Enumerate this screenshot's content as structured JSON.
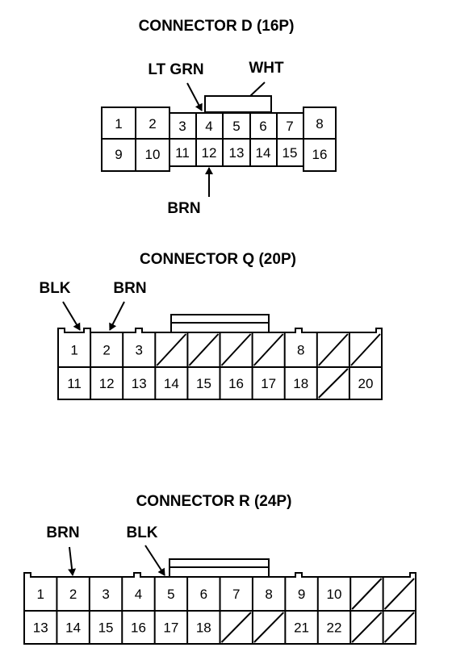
{
  "connector_d": {
    "title": "CONNECTOR D (16P)",
    "wire_labels": {
      "lt_grn": "LT GRN",
      "wht": "WHT",
      "brn": "BRN"
    },
    "pins": {
      "1": "1",
      "2": "2",
      "3": "3",
      "4": "4",
      "5": "5",
      "6": "6",
      "7": "7",
      "8": "8",
      "9": "9",
      "10": "10",
      "11": "11",
      "12": "12",
      "13": "13",
      "14": "14",
      "15": "15",
      "16": "16"
    }
  },
  "connector_q": {
    "title": "CONNECTOR Q (20P)",
    "wire_labels": {
      "blk": "BLK",
      "brn": "BRN"
    },
    "top_row": [
      "1",
      "2",
      "3",
      "",
      "",
      "",
      "",
      "8",
      "",
      ""
    ],
    "bottom_row": [
      "11",
      "12",
      "13",
      "14",
      "15",
      "16",
      "17",
      "18",
      "",
      "20"
    ]
  },
  "connector_r": {
    "title": "CONNECTOR R (24P)",
    "wire_labels": {
      "brn": "BRN",
      "blk": "BLK"
    },
    "top_row": [
      "1",
      "2",
      "3",
      "4",
      "5",
      "6",
      "7",
      "8",
      "9",
      "10",
      "",
      ""
    ],
    "bottom_row": [
      "13",
      "14",
      "15",
      "16",
      "17",
      "18",
      "",
      "",
      "21",
      "22",
      "",
      ""
    ]
  }
}
